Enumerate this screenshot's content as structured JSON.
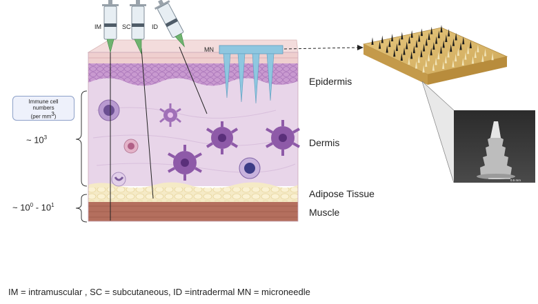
{
  "needles": {
    "im": "IM",
    "sc": "SC",
    "id": "ID",
    "mn": "MN"
  },
  "layers": {
    "epidermis": "Epidermis",
    "dermis": "Dermis",
    "adipose": "Adipose Tissue",
    "muscle": "Muscle"
  },
  "immune_callout": {
    "line1": "Immune cell",
    "line2": "numbers",
    "line3": "(per mm",
    "line3_sup": "3",
    "line3_end": ")"
  },
  "counts": {
    "dermis_prefix": "~ 10",
    "dermis_exp": "3",
    "lower_prefix": "~ 10",
    "lower_exp1": "0",
    "lower_mid": " - 10",
    "lower_exp2": "1"
  },
  "sem_scale": "0.5 mm",
  "legend": "IM = intramuscular , SC = subcutaneous, ID =intradermal MN = microneedle",
  "colors": {
    "top_skin": "#f0cfd0",
    "epidermis": "#c99ad0",
    "dermis": "#e9d6ea",
    "adipose": "#f6ecc8",
    "muscle": "#b5705e",
    "mn_patch": "#8fc7e0",
    "patch_gold": "#d9b66a",
    "needle_green": "#5fa86a"
  }
}
